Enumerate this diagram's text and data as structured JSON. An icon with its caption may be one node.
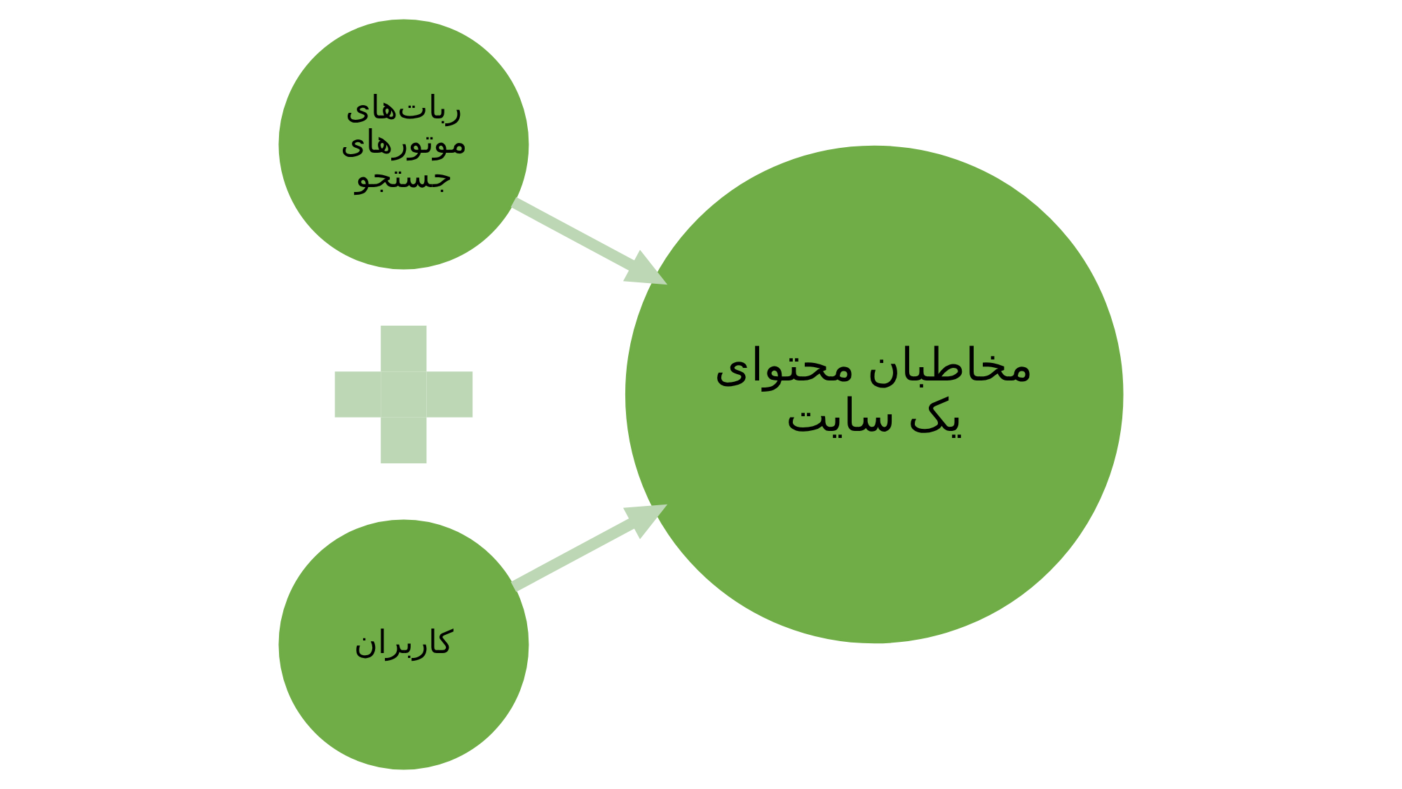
{
  "diagram": {
    "nodes": [
      {
        "text": [
          "ربات‌های موتورهای جستجو"
        ]
      },
      {
        "text": [],
        "shape": "plus"
      },
      {
        "text": [
          "کاربران"
        ]
      },
      {
        "text": [
          "مخاطبان محتوای یک سایت"
        ]
      }
    ],
    "edges": [
      {
        "from": 0,
        "to": 3,
        "arrow": "to"
      },
      {
        "from": 2,
        "to": 3,
        "arrow": "to"
      }
    ]
  }
}
